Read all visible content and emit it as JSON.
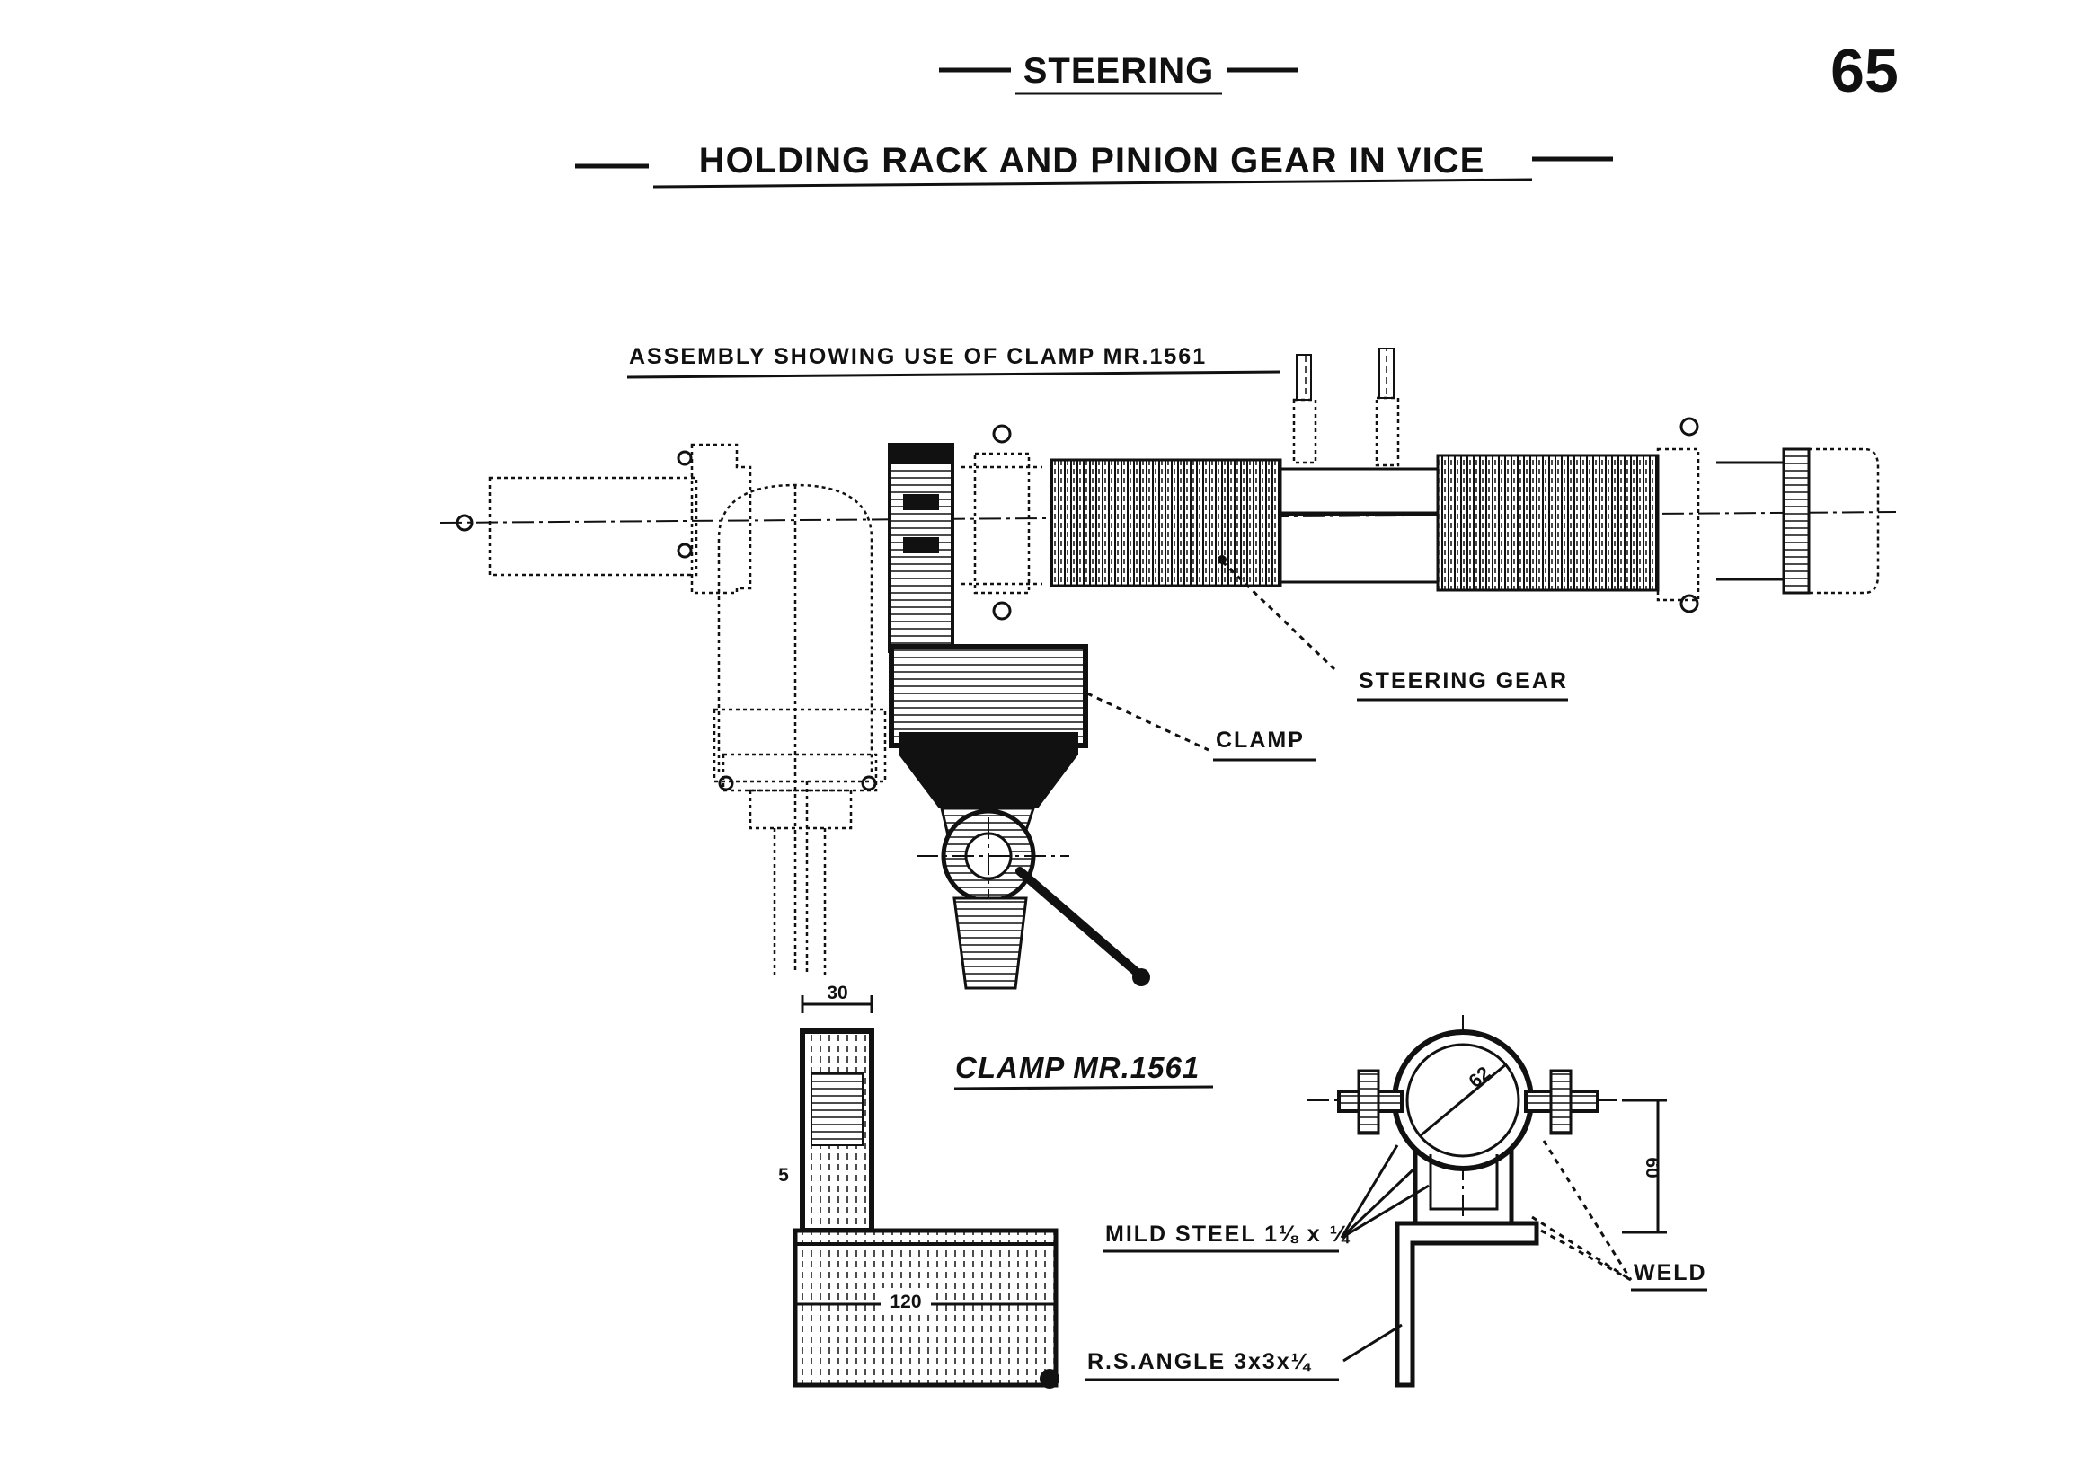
{
  "header": {
    "section_title": "STEERING",
    "sheet_title": "HOLDING RACK AND PINION GEAR IN VICE",
    "page_number": "65"
  },
  "assembly": {
    "caption": "ASSEMBLY SHOWING USE OF CLAMP MR.1561",
    "labels": {
      "steering_gear": "STEERING GEAR",
      "clamp": "CLAMP"
    }
  },
  "clamp_detail": {
    "caption": "CLAMP MR.1561",
    "dimensions": {
      "width_top": "30",
      "lip": "5",
      "length": "120",
      "diameter": "62",
      "height": "60"
    },
    "labels": {
      "mild_steel": "MILD STEEL 1⅛ x ¼",
      "rs_angle": "R.S.ANGLE 3x3x¼",
      "weld": "WELD"
    }
  }
}
